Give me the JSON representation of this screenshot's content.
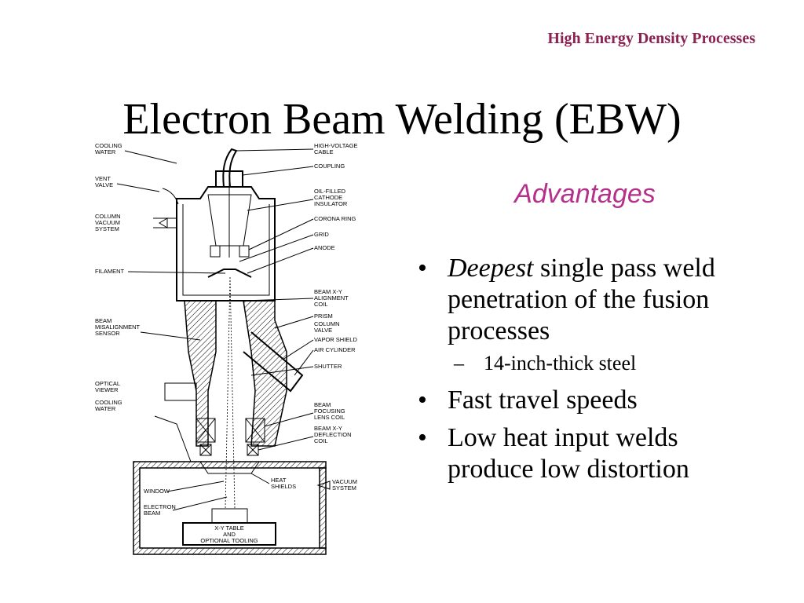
{
  "header": "High Energy Density Processes",
  "title": "Electron Beam Welding (EBW)",
  "advantages_heading": "Advantages",
  "bullets": {
    "b1_emph": "Deepest",
    "b1_rest": " single pass weld penetration of the fusion processes",
    "b1_sub": "14-inch-thick steel",
    "b2": "Fast travel speeds",
    "b3": "Low  heat input welds produce low distortion"
  },
  "diagram": {
    "left_labels": {
      "cooling_water_1": "COOLING",
      "cooling_water_2": "WATER",
      "vent_valve_1": "VENT",
      "vent_valve_2": "VALVE",
      "column_vacuum_1": "COLUMN",
      "column_vacuum_2": "VACUUM",
      "column_vacuum_3": "SYSTEM",
      "filament": "FILAMENT",
      "beam_misalign_1": "BEAM",
      "beam_misalign_2": "MISALIGNMENT",
      "beam_misalign_3": "SENSOR",
      "optical_viewer_1": "OPTICAL",
      "optical_viewer_2": "VIEWER",
      "cooling_water2_1": "COOLING",
      "cooling_water2_2": "WATER",
      "window": "WINDOW",
      "electron_beam_1": "ELECTRON",
      "electron_beam_2": "BEAM"
    },
    "right_labels": {
      "hv_cable_1": "HIGH-VOLTAGE",
      "hv_cable_2": "CABLE",
      "coupling": "COUPLING",
      "oil_filled_1": "OIL-FILLED",
      "oil_filled_2": "CATHODE",
      "oil_filled_3": "INSULATOR",
      "corona_ring": "CORONA RING",
      "grid": "GRID",
      "anode": "ANODE",
      "beam_xy_align_1": "BEAM X-Y",
      "beam_xy_align_2": "ALIGNMENT",
      "beam_xy_align_3": "COIL",
      "prism": "PRISM",
      "column_valve_1": "COLUMN",
      "column_valve_2": "VALVE",
      "vapor_shield": "VAPOR SHIELD",
      "air_cylinder": "AIR CYLINDER",
      "shutter": "SHUTTER",
      "beam_focusing_1": "BEAM",
      "beam_focusing_2": "FOCUSING",
      "beam_focusing_3": "LENS COIL",
      "beam_deflect_1": "BEAM X-Y",
      "beam_deflect_2": "DEFLECTION",
      "beam_deflect_3": "COIL",
      "heat_shields_1": "HEAT",
      "heat_shields_2": "SHIELDS",
      "vacuum_system_1": "VACUUM",
      "vacuum_system_2": "SYSTEM"
    },
    "table_label_1": "X-Y TABLE",
    "table_label_2": "AND",
    "table_label_3": "OPTIONAL TOOLING"
  }
}
